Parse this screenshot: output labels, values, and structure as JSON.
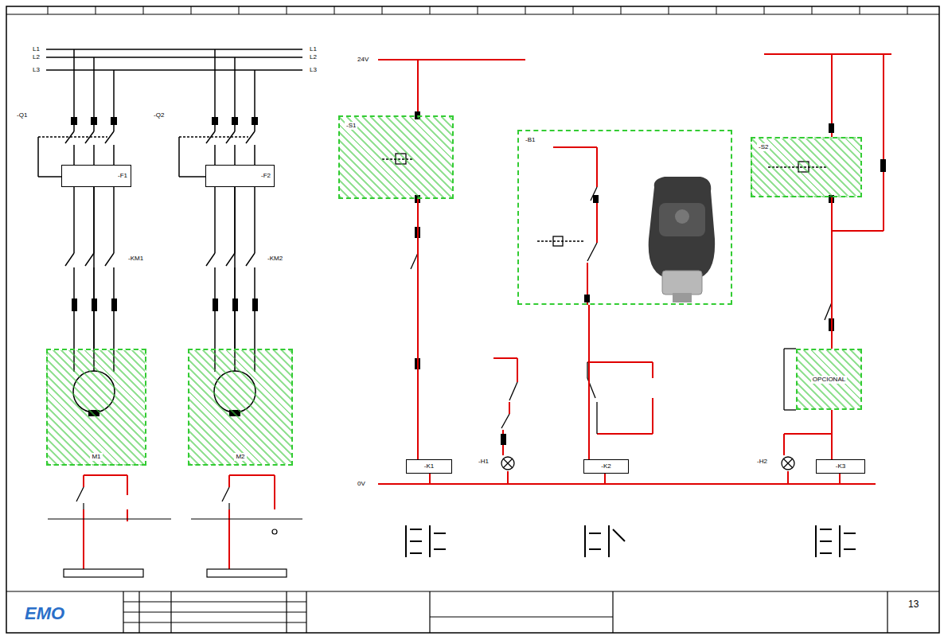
{
  "diagram": {
    "nodes": [
      {
        "text": [
          "M1"
        ]
      },
      {
        "text": [
          "M2"
        ]
      },
      {
        "text": [
          "-S1"
        ]
      },
      {
        "text": [
          "-B1"
        ]
      },
      {
        "text": [
          "-S2"
        ]
      },
      {
        "text": [
          "OPCIONAL"
        ]
      },
      {
        "text": [
          "-K1"
        ]
      },
      {
        "text": [
          "-K2"
        ]
      },
      {
        "text": [
          "-K3"
        ]
      },
      {
        "text": [
          "-F1"
        ]
      },
      {
        "text": [
          "-F2"
        ]
      }
    ],
    "edges": [
      {
        "from": 9,
        "to": 0,
        "arrow": "none"
      },
      {
        "from": 10,
        "to": 1,
        "arrow": "none"
      },
      {
        "from": 2,
        "to": 6,
        "arrow": "none"
      },
      {
        "from": 3,
        "to": 7,
        "arrow": "none"
      },
      {
        "from": 4,
        "to": 5,
        "arrow": "none"
      },
      {
        "from": 5,
        "to": 8,
        "arrow": "none"
      }
    ],
    "labels": [
      "L1",
      "L2",
      "L3",
      "L1",
      "L2",
      "L3",
      "-Q1",
      "-Q2",
      "-KM1",
      "-KM2",
      "24V",
      "0V",
      "-H1",
      "-H2",
      "EMO",
      "13"
    ]
  }
}
